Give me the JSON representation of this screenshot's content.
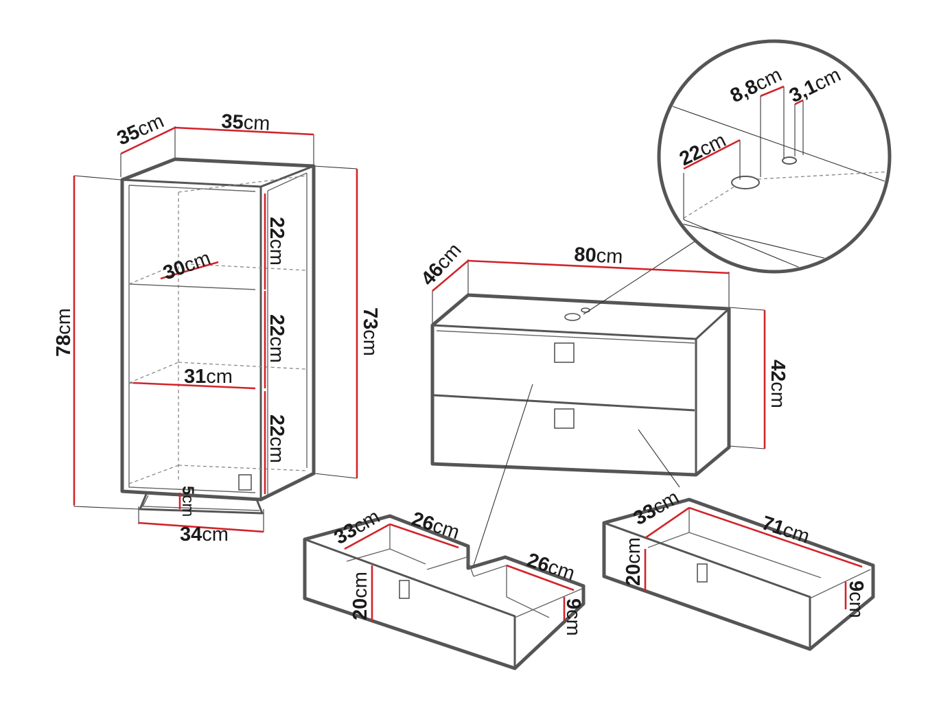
{
  "colors": {
    "outline": "#555555",
    "dimension_line": "#d2232a",
    "text": "#1a1a1a",
    "background": "#ffffff"
  },
  "tall_cabinet": {
    "depth_top": {
      "value": "35",
      "unit": "cm"
    },
    "width_top": {
      "value": "35",
      "unit": "cm"
    },
    "height_total": {
      "value": "78",
      "unit": "cm"
    },
    "height_body": {
      "value": "73",
      "unit": "cm"
    },
    "shelf_gap_1": {
      "value": "22",
      "unit": "cm"
    },
    "shelf_gap_2": {
      "value": "22",
      "unit": "cm"
    },
    "shelf_gap_3": {
      "value": "22",
      "unit": "cm"
    },
    "shelf_depth": {
      "value": "30",
      "unit": "cm"
    },
    "shelf_width": {
      "value": "31",
      "unit": "cm"
    },
    "rail_height": {
      "value": "5",
      "unit": "cm"
    },
    "rail_width": {
      "value": "34",
      "unit": "cm"
    }
  },
  "sink_cabinet": {
    "depth": {
      "value": "46",
      "unit": "cm"
    },
    "width": {
      "value": "80",
      "unit": "cm"
    },
    "height": {
      "value": "42",
      "unit": "cm"
    }
  },
  "detail_circle": {
    "hole_offset": {
      "value": "22",
      "unit": "cm"
    },
    "hole_large": {
      "value": "8,8",
      "unit": "cm"
    },
    "hole_small": {
      "value": "3,1",
      "unit": "cm"
    }
  },
  "top_drawer": {
    "depth": {
      "value": "33",
      "unit": "cm"
    },
    "left_width": {
      "value": "26",
      "unit": "cm"
    },
    "right_width": {
      "value": "26",
      "unit": "cm"
    },
    "front_height": {
      "value": "20",
      "unit": "cm"
    },
    "inner_height": {
      "value": "9",
      "unit": "cm"
    }
  },
  "bottom_drawer": {
    "depth": {
      "value": "33",
      "unit": "cm"
    },
    "width": {
      "value": "71",
      "unit": "cm"
    },
    "front_height": {
      "value": "20",
      "unit": "cm"
    },
    "inner_height": {
      "value": "9",
      "unit": "cm"
    }
  }
}
